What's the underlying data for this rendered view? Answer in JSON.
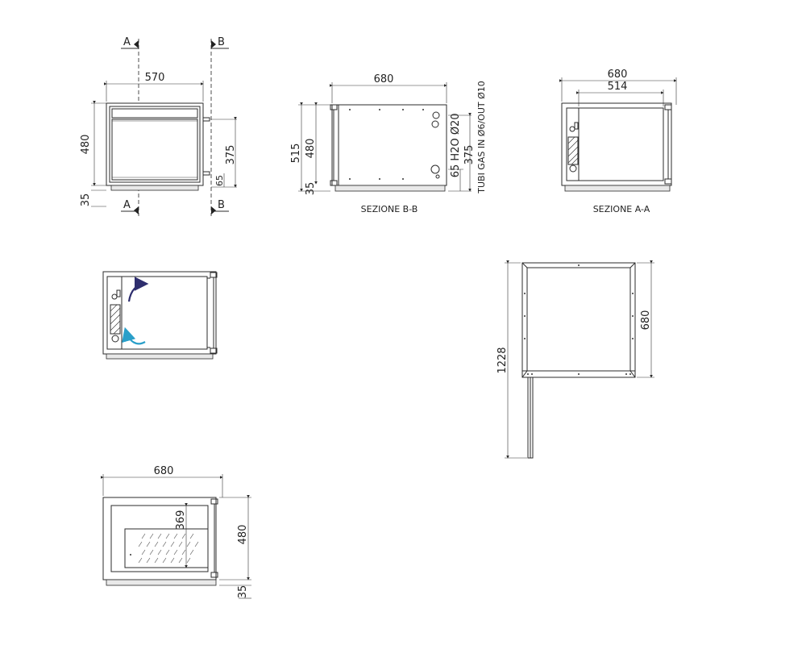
{
  "front_view": {
    "section_a_label": "A",
    "section_b_label": "B",
    "dim_width": "570",
    "dim_height": "480",
    "dim_base": "35",
    "dim_pipe_span": "375",
    "dim_pipe_low": "65"
  },
  "section_bb": {
    "dim_width": "680",
    "dim_total_height": "515",
    "dim_height": "480",
    "dim_base": "35",
    "dim_pipe_low": "65",
    "dim_pipe_span": "375",
    "label_h2o": "H2O Ø20",
    "label_gas": "TUBI GAS IN Ø6/OUT Ø10",
    "caption": "SEZIONE B-B"
  },
  "section_aa": {
    "dim_total_width": "680",
    "dim_inner_width": "514",
    "caption": "SEZIONE A-A"
  },
  "top_view": {
    "dim_width": "680",
    "dim_height_total": "1228"
  },
  "bottom_view": {
    "dim_width": "680",
    "dim_height": "480",
    "dim_base": "35",
    "dim_grille": "369"
  },
  "colors": {
    "airflow_out": "#2e2e6e",
    "airflow_in": "#2a9fc9"
  }
}
